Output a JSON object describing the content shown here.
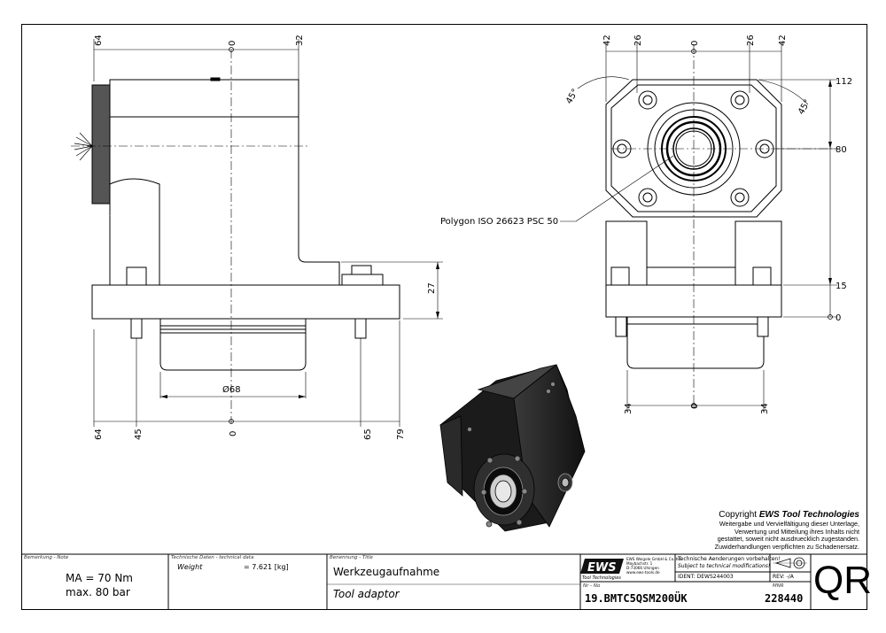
{
  "dimensions": {
    "side_top_left": "64",
    "side_top_center": "0",
    "side_top_right": "32",
    "side_height": "27",
    "side_diameter": "Ø68",
    "side_bottom": [
      "64",
      "45",
      "0",
      "65",
      "79"
    ],
    "front_top": [
      "42",
      "26",
      "0",
      "26",
      "42"
    ],
    "front_right": [
      "112",
      "80",
      "15",
      "0"
    ],
    "front_bottom": [
      "34",
      "0",
      "34"
    ],
    "angle_left": "45°",
    "angle_right": "45°",
    "polygon_note": "Polygon ISO 26623 PSC 50"
  },
  "copyright": {
    "line1_prefix": "Copyright ",
    "line1_brand": "EWS Tool Technologies",
    "lines": [
      "Weitergabe und Vervielfältigung dieser Unterlage,",
      "Verwertung und Mitteilung ihres Inhalts nicht",
      "gestattet, soweit nicht ausdruecklich zugestanden.",
      "Zuwiderhandlungen verpflichten zu Schadenersatz."
    ]
  },
  "titleblock": {
    "remark_label": "Bemerkung - Note",
    "remark_line1": "MA = 70 Nm",
    "remark_line2": "max. 80 bar",
    "tech_label": "Technische Daten - technical data",
    "weight_label": "Weight",
    "weight_value": "= 7.621 [kg]",
    "title_label": "Benennung - Title",
    "title_de": "Werkzeugaufnahme",
    "title_en": "Tool adaptor",
    "logo_text": "EWS",
    "logo_sub": "Tool Technologies",
    "company_lines": [
      "EWS Weigele GmbH & Co. KG",
      "Maybachstr. 1",
      "D-73066 Uhingen",
      "www.ews-tools.de"
    ],
    "change_de": "Technische Aenderungen vorbehalten!",
    "change_en": "Subject to technical modifications!",
    "ident": "IDENT: DEWS244003",
    "rev": "REV: -/A",
    "nr_label": "Nr - No",
    "part_number": "19.BMTC5QSM200ÜK",
    "mnr_label": "MNR",
    "mnr": "228440",
    "qr": "QR"
  }
}
